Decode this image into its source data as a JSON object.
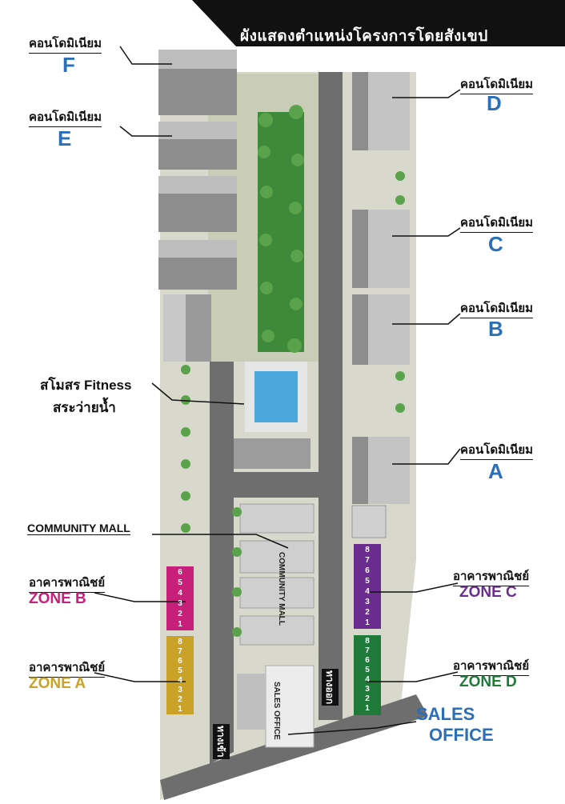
{
  "header": {
    "title": "ผังแสดงตำแหน่งโครงการโดยสังเขป"
  },
  "condos": {
    "label": "คอนโดมิเนียม",
    "left": [
      "F",
      "E"
    ],
    "right": [
      "D",
      "C",
      "B",
      "A"
    ]
  },
  "facilities": {
    "fitness": "สโมสร Fitness",
    "pool": "สระว่ายน้ำ",
    "mall": "COMMUNITY MALL",
    "mall_roof": "COMMUNITY MALL",
    "sales_roof": "SALES OFFICE",
    "sales_line1": "SALES",
    "sales_line2": "OFFICE"
  },
  "shops": {
    "label": "อาคารพาณิชย์",
    "zone_b": "ZONE B",
    "zone_a": "ZONE A",
    "zone_c": "ZONE C",
    "zone_d": "ZONE D",
    "units_b": [
      "6",
      "5",
      "4",
      "3",
      "2",
      "1"
    ],
    "units_a": [
      "8",
      "7",
      "6",
      "5",
      "4",
      "3",
      "2",
      "1"
    ],
    "units_c": [
      "8",
      "7",
      "6",
      "5",
      "4",
      "3",
      "2",
      "1"
    ],
    "units_d": [
      "8",
      "7",
      "6",
      "5",
      "4",
      "3",
      "2",
      "1"
    ]
  },
  "roads": {
    "exit": "ทางออก",
    "entry": "ทางเข้า"
  },
  "colors": {
    "header_bg": "#111111",
    "label_blue": "#2a6fb7",
    "zone_b": "#c8207a",
    "zone_a": "#c9a227",
    "zone_c": "#6a2d8f",
    "zone_d": "#1f7a3a",
    "road": "#6e6e6e",
    "green": "#3f8a3a"
  }
}
